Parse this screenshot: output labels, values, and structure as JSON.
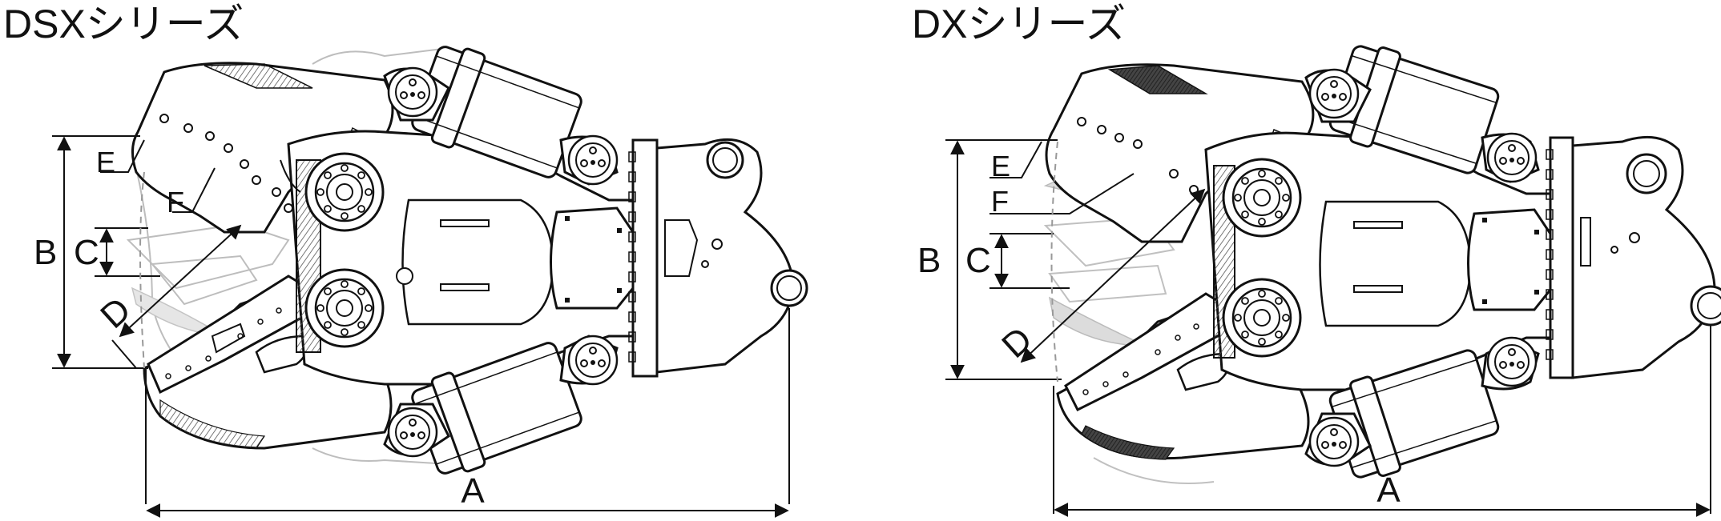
{
  "left_diagram": {
    "title": "DSXシリーズ",
    "labels": {
      "A": "A",
      "B": "B",
      "C": "C",
      "D": "D",
      "E": "E",
      "F": "F"
    }
  },
  "right_diagram": {
    "title": "DXシリーズ",
    "labels": {
      "A": "A",
      "B": "B",
      "C": "C",
      "D": "D",
      "E": "E",
      "F": "F"
    }
  },
  "colors": {
    "line": "#111111",
    "ghost": "#b8b8b8",
    "hatch": "#555555",
    "background": "#ffffff"
  }
}
